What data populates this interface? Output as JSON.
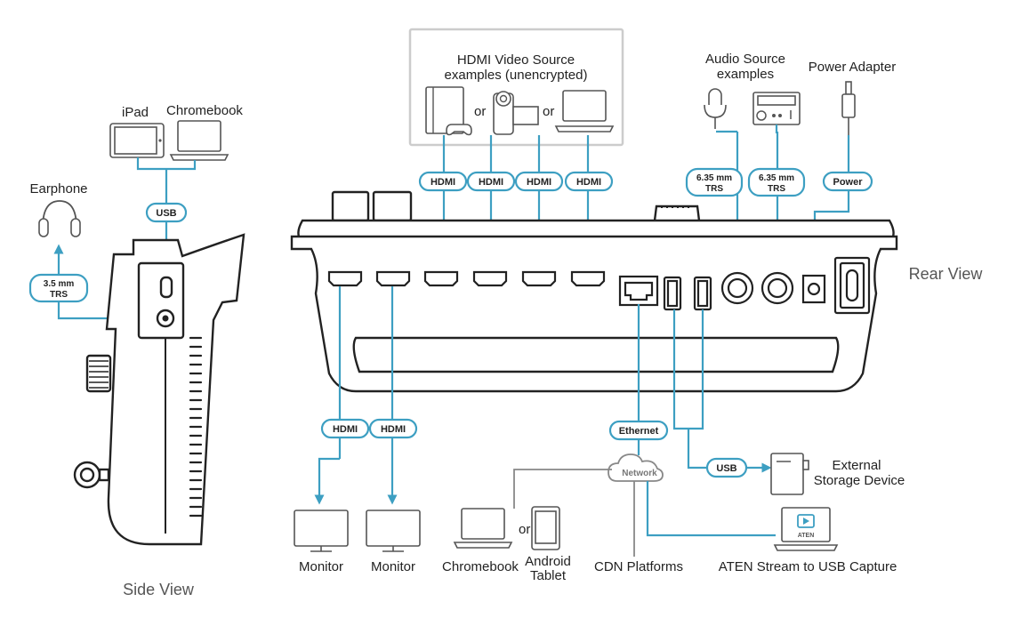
{
  "labels": {
    "hdmi_source": "HDMI Video Source",
    "hdmi_source_sub": "examples (unencrypted)",
    "or": "or",
    "audio_source": "Audio Source",
    "audio_source_sub": "examples",
    "power_adapter": "Power Adapter",
    "ipad": "iPad",
    "chromebook_top": "Chromebook",
    "earphone": "Earphone",
    "rear_view": "Rear View",
    "side_view": "Side View",
    "monitor": "Monitor",
    "chromebook": "Chromebook",
    "android": "Android",
    "tablet": "Tablet",
    "cdn": "CDN Platforms",
    "aten_capture": "ATEN Stream to USB Capture",
    "external": "External",
    "storage": "Storage Device",
    "network": "Network",
    "aten_logo": "ATEN"
  },
  "badges": {
    "hdmi": "HDMI",
    "usb": "USB",
    "trs_35_top": "3.5 mm",
    "trs_635_top": "6.35 mm",
    "trs_bottom": "TRS",
    "power": "Power",
    "ethernet": "Ethernet"
  },
  "colors": {
    "cable": "#3d9fc2",
    "outline": "#222222",
    "device": "#555555"
  }
}
